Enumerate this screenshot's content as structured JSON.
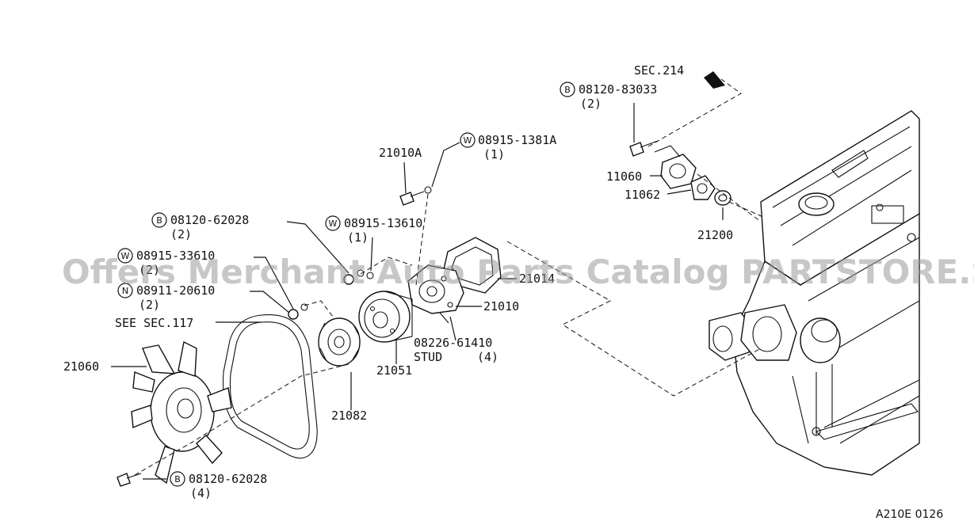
{
  "callouts": {
    "sec214": "SEC.214",
    "bolt_83033": {
      "prefix": "B",
      "number": "08120-83033",
      "qty": "(2)"
    },
    "washer_1381a": {
      "prefix": "W",
      "number": "08915-1381A",
      "qty": "(1)"
    },
    "part_21010a": "21010A",
    "bolt_62028_top": {
      "prefix": "B",
      "number": "08120-62028",
      "qty": "(2)"
    },
    "washer_13610": {
      "prefix": "W",
      "number": "08915-13610",
      "qty": "(1)"
    },
    "washer_33610": {
      "prefix": "W",
      "number": "08915-33610",
      "qty": "(2)"
    },
    "nut_20610": {
      "prefix": "N",
      "number": "08911-20610",
      "qty": "(2)"
    },
    "see_sec117": "SEE SEC.117",
    "part_21060": "21060",
    "bolt_62028_bottom": {
      "prefix": "B",
      "number": "08120-62028",
      "qty": "(4)"
    },
    "part_11060": "11060",
    "part_11062": "11062",
    "part_21200": "21200",
    "part_21014": "21014",
    "part_21010": "21010",
    "stud": {
      "number": "08226-61410",
      "label": "STUD",
      "qty": "(4)"
    },
    "part_21051": "21051",
    "part_21082": "21082"
  },
  "watermark": "Offers Merchant Auto Parts Catalog PARTSTORE.SA",
  "footer_code": "A210E 0126"
}
